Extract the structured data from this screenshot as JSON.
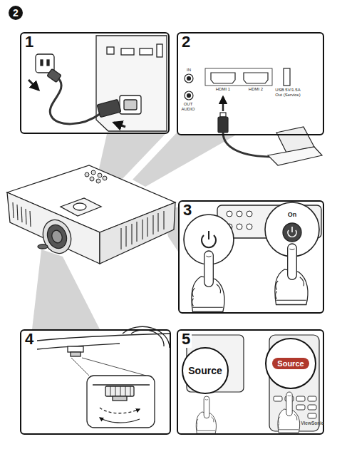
{
  "diagram": {
    "nodes": [
      {
        "text": [
          "1"
        ]
      },
      {
        "text": [
          "2"
        ]
      },
      {
        "text": [
          "3"
        ]
      },
      {
        "text": [
          "4"
        ]
      },
      {
        "text": [
          "5"
        ]
      },
      {
        "text": [
          "Source"
        ],
        "in": 4
      },
      {
        "text": [
          "Source"
        ],
        "in": 4
      }
    ],
    "labels": [
      "2",
      "IN",
      "OUT AUDIO",
      "HDMI 1",
      "HDMI 2",
      "USB 5V/1.5A Out (Service)",
      "On",
      "ViewSonic"
    ]
  }
}
